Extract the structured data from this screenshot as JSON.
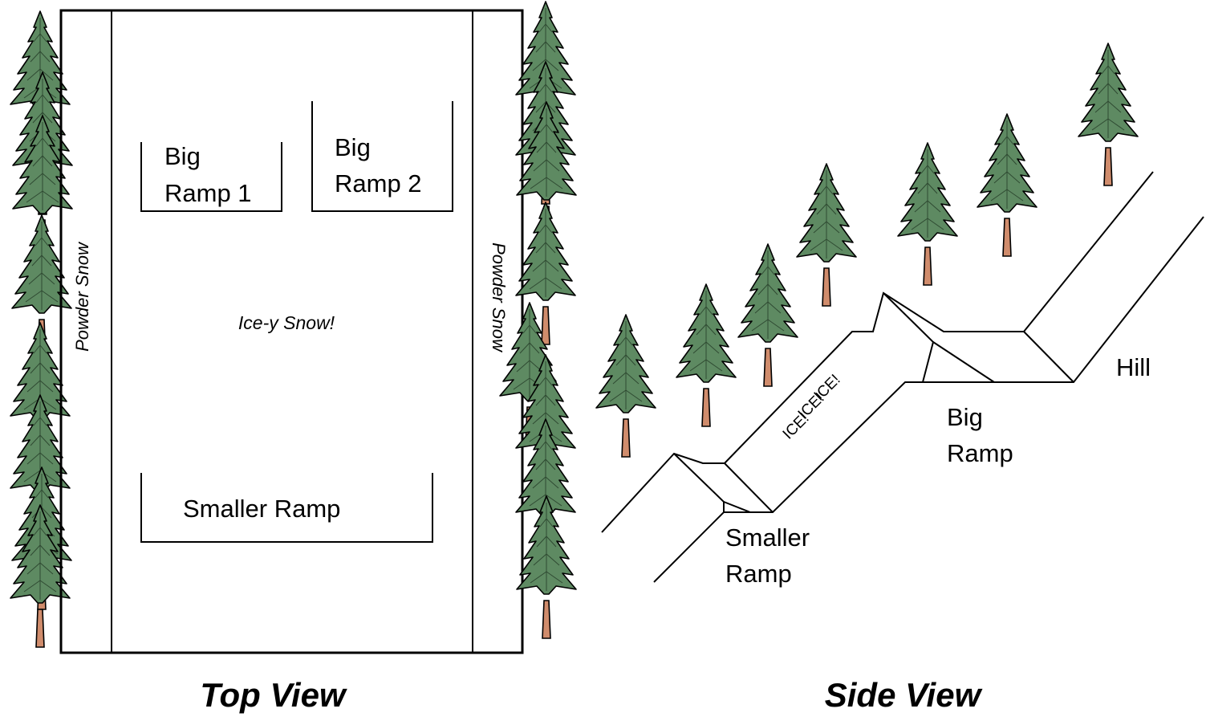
{
  "top_view": {
    "title": "Top View",
    "powder_left": "Powder Snow",
    "powder_right": "Powder Snow",
    "center": "Ice-y Snow!",
    "big_ramp_1": [
      "Big",
      "Ramp 1"
    ],
    "big_ramp_2": [
      "Big",
      "Ramp 2"
    ],
    "smaller_ramp": "Smaller Ramp"
  },
  "side_view": {
    "title": "Side View",
    "hill": "Hill",
    "big_ramp": [
      "Big",
      "Ramp"
    ],
    "smaller_ramp": [
      "Smaller",
      "Ramp"
    ],
    "ice": [
      "ICE!",
      "ICE!",
      "ICE!"
    ]
  },
  "colors": {
    "tree_foliage": "#5e8a62",
    "tree_trunk": "#d08c6c",
    "outline": "#000000"
  }
}
